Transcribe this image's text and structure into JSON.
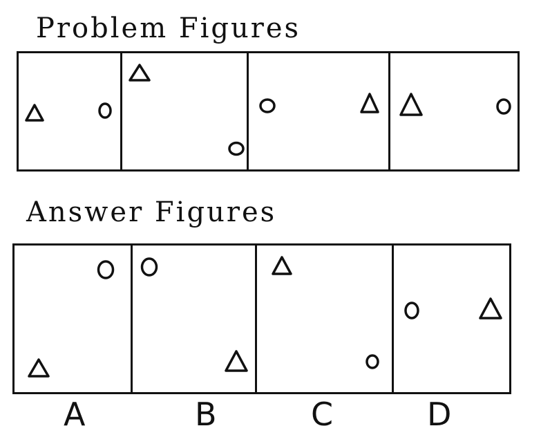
{
  "problem_heading": "Problem Figures",
  "answer_heading": "Answer Figures",
  "problem_figures": [
    {
      "shapes": [
        "triangle",
        "circle"
      ]
    },
    {
      "shapes": [
        "triangle",
        "circle"
      ]
    },
    {
      "shapes": [
        "circle",
        "triangle"
      ]
    },
    {
      "shapes": [
        "triangle",
        "circle"
      ]
    }
  ],
  "answer_figures": [
    {
      "label": "A",
      "shapes": [
        "circle",
        "triangle"
      ]
    },
    {
      "label": "B",
      "shapes": [
        "circle",
        "triangle"
      ]
    },
    {
      "label": "C",
      "shapes": [
        "triangle",
        "circle"
      ]
    },
    {
      "label": "D",
      "shapes": [
        "circle",
        "triangle"
      ]
    }
  ],
  "icons": {
    "triangle": "triangle-icon",
    "circle": "circle-icon"
  },
  "stroke_color": "#111111"
}
